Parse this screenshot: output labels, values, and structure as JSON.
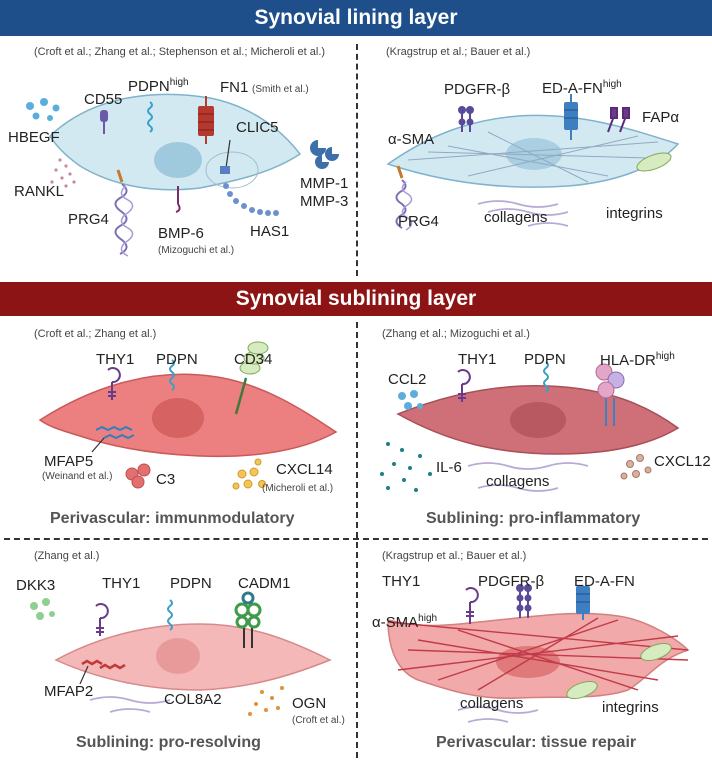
{
  "lining": {
    "title": "Synovial lining layer",
    "left": {
      "citation": "(Croft et al.; Zhang et al.; Stephenson et al.; Micheroli et al.)",
      "hbegf": "HBEGF",
      "cd55": "CD55",
      "pdpn": "PDPN",
      "pdpn_sup": "high",
      "fn1": "FN1",
      "fn1_cite": "(Smith et al.)",
      "clic5": "CLIC5",
      "rankl": "RANKL",
      "prg4": "PRG4",
      "bmp6": "BMP-6",
      "bmp6_cite": "(Mizoguchi et al.)",
      "has1": "HAS1",
      "mmp1": "MMP-1",
      "mmp3": "MMP-3"
    },
    "right": {
      "citation": "(Kragstrup et al.; Bauer et al.)",
      "pdgfrb": "PDGFR-β",
      "edafn": "ED-A-FN",
      "edafn_sup": "high",
      "fapa": "FAPα",
      "asma": "α-SMA",
      "prg4": "PRG4",
      "collagens": "collagens",
      "integrins": "integrins"
    }
  },
  "sublining": {
    "title": "Synovial sublining layer",
    "p1": {
      "citation": "(Croft et al.; Zhang et al.)",
      "thy1": "THY1",
      "pdpn": "PDPN",
      "cd34": "CD34",
      "mfap5": "MFAP5",
      "mfap5_cite": "(Weinand et al.)",
      "c3": "C3",
      "cxcl14": "CXCL14",
      "cxcl14_cite": "(Micheroli et al.)",
      "caption": "Perivascular: immunmodulatory"
    },
    "p2": {
      "citation": "(Zhang et al.; Mizoguchi et al.)",
      "ccl2": "CCL2",
      "thy1": "THY1",
      "pdpn": "PDPN",
      "hladr": "HLA-DR",
      "hladr_sup": "high",
      "il6": "IL-6",
      "collagens": "collagens",
      "cxcl12": "CXCL12",
      "caption": "Sublining: pro-inflammatory"
    },
    "p3": {
      "citation": "(Zhang et al.)",
      "dkk3": "DKK3",
      "thy1": "THY1",
      "pdpn": "PDPN",
      "cadm1": "CADM1",
      "mfap2": "MFAP2",
      "col8a2": "COL8A2",
      "ogn": "OGN",
      "ogn_cite": "(Croft et al.)",
      "caption": "Sublining: pro-resolving"
    },
    "p4": {
      "citation": "(Kragstrup et al.; Bauer et al.)",
      "thy1": "THY1",
      "pdgfrb": "PDGFR-β",
      "edafn": "ED-A-FN",
      "asma": "α-SMA",
      "asma_sup": "high",
      "collagens": "collagens",
      "integrins": "integrins",
      "caption": "Perivascular: tissue repair"
    }
  },
  "colors": {
    "banner_blue": "#1e4f8a",
    "banner_red": "#8c1414",
    "lining_cell": "#d3e9f2",
    "perivascular_cell": "#ec7f7f",
    "proinflam_cell": "#cf6f78",
    "proresolving_cell": "#f4b8b8",
    "tissue_repair_cell": "#f2a9a9",
    "receptor_purple": "#6a5aa8",
    "receptor_blue": "#3d7fc0",
    "collagen": "#b9a9d6"
  }
}
